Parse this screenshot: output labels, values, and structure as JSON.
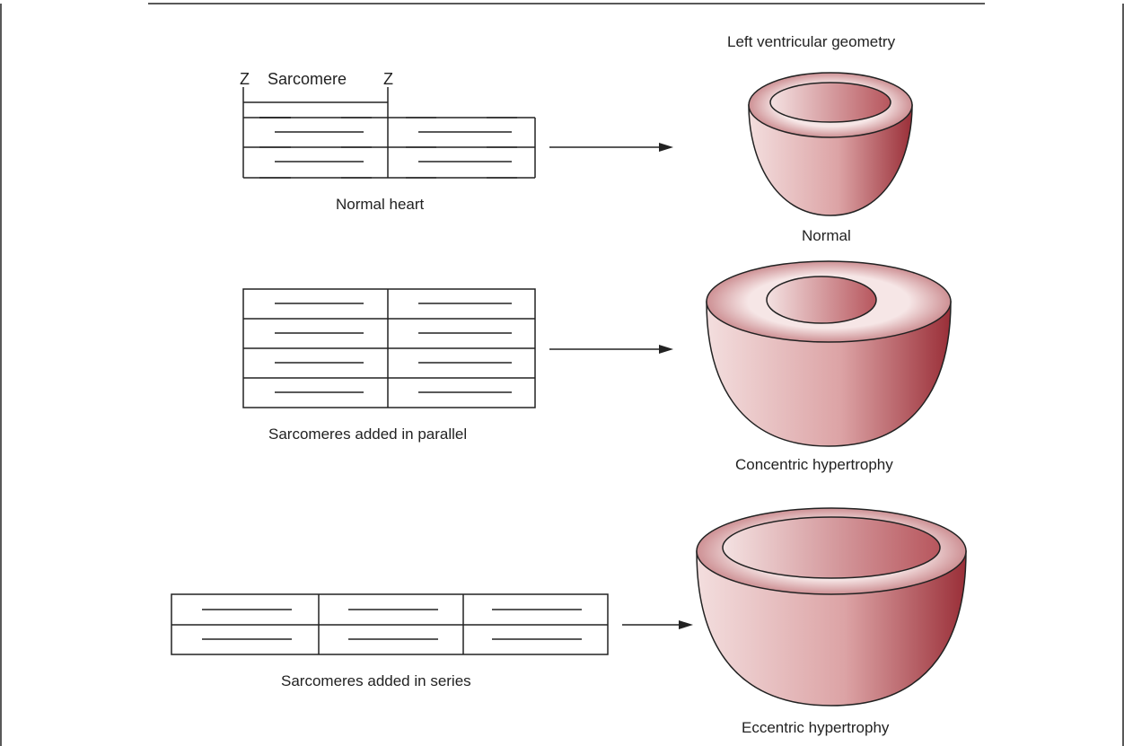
{
  "labels": {
    "z_left": "Z",
    "z_right": "Z",
    "sarcomere": "Sarcomere",
    "normal_heart": "Normal heart",
    "parallel": "Sarcomeres added in parallel",
    "series": "Sarcomeres added in series",
    "lv_geometry": "Left ventricular geometry",
    "normal": "Normal",
    "concentric": "Concentric hypertrophy",
    "eccentric": "Eccentric hypertrophy"
  },
  "colors": {
    "heart_light": "#f3dede",
    "heart_mid": "#d89a9c",
    "heart_dark": "#9a2f38",
    "line": "#222222"
  }
}
